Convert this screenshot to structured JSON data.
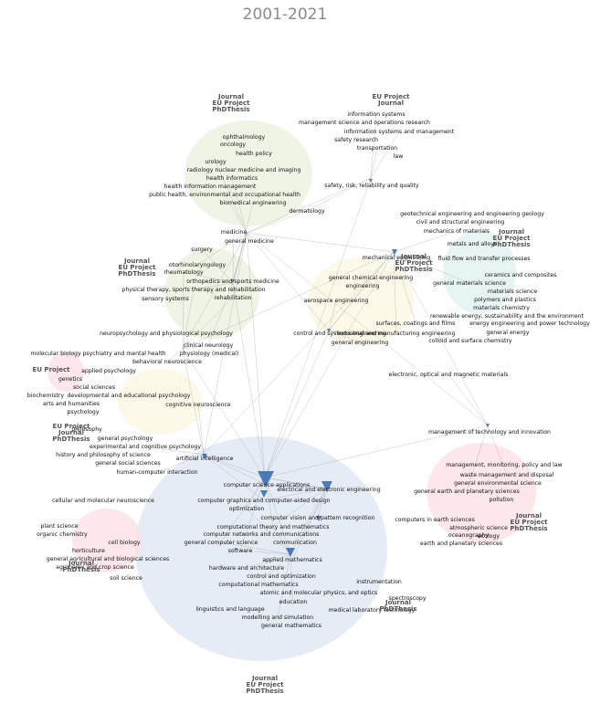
{
  "title": "2001-2021",
  "colors": {
    "blue_cluster": "#dde5f2",
    "green_cluster": "#eaf2dc",
    "yellow_cluster": "#fbf7e2",
    "red_cluster": "#fbdfe3",
    "teal_cluster": "#dff2ee",
    "edge": "#8c8c8c",
    "blue_node": "#3b6fb0"
  },
  "clusters": [
    {
      "name": "cluster-computing",
      "color": "#dde5f2"
    },
    {
      "name": "cluster-medicine",
      "color": "#eaf2dc"
    },
    {
      "name": "cluster-rehab",
      "color": "#eaf2dc"
    },
    {
      "name": "cluster-engineering",
      "color": "#fbf7e2"
    },
    {
      "name": "cluster-environment",
      "color": "#fbdfe3"
    },
    {
      "name": "cluster-plant",
      "color": "#fbdfe3"
    },
    {
      "name": "cluster-materials",
      "color": "#dff2ee"
    },
    {
      "name": "cluster-psychology",
      "color": "#fbf7e2"
    },
    {
      "name": "cluster-molecular",
      "color": "#fbdfe3"
    }
  ],
  "group_labels": [
    {
      "id": "g1",
      "lines": [
        "Journal",
        "EU Project",
        "PhDThesis"
      ]
    },
    {
      "id": "g2",
      "lines": [
        "EU Project",
        "Journal"
      ]
    },
    {
      "id": "g3",
      "lines": [
        "Journal",
        "EU Project",
        "PhDThesis"
      ]
    },
    {
      "id": "g4",
      "lines": [
        "Journal",
        "EU Project",
        "PhDThesis"
      ]
    },
    {
      "id": "g5",
      "lines": [
        "Journal",
        "EU Project",
        "PhDThesis"
      ]
    },
    {
      "id": "g6",
      "lines": [
        "EU Project"
      ]
    },
    {
      "id": "g7",
      "lines": [
        "EU Project",
        "Journal",
        "PhDThesis"
      ]
    },
    {
      "id": "g8",
      "lines": [
        "Journal",
        "EU Project",
        "PhDThesis"
      ]
    },
    {
      "id": "g9",
      "lines": [
        "Journal",
        "PhDThesis"
      ]
    },
    {
      "id": "g10",
      "lines": [
        "Journal",
        "PhDThesis"
      ]
    },
    {
      "id": "g11",
      "lines": [
        "Journal",
        "EU Project",
        "PhDThesis"
      ]
    }
  ],
  "labels": [
    "ophthalmology",
    "oncology",
    "health policy",
    "urology",
    "radiology nuclear medicine and imaging",
    "health informatics",
    "health information management",
    "public health, environmental and occupational health",
    "biomedical engineering",
    "dermatology",
    "medicine",
    "general medicine",
    "surgery",
    "otorhinolaryngology",
    "rheumatology",
    "orthopedics and sports medicine",
    "physical therapy, sports therapy and rehabilitation",
    "sensory systems",
    "rehabilitation",
    "information systems",
    "management science and operations research",
    "information systems and management",
    "safety research",
    "transportation",
    "law",
    "safety, risk, reliability and quality",
    "geotechnical engineering and engineering geology",
    "civil and structural engineering",
    "mechanics of materials",
    "metals and alloys",
    "fluid flow and transfer processes",
    "ceramics and composites",
    "general materials science",
    "materials science",
    "polymers and plastics",
    "materials chemistry",
    "renewable energy, sustainability and the environment",
    "energy engineering and power technology",
    "general energy",
    "colloid and surface chemistry",
    "mechanical engineering",
    "general chemical engineering",
    "engineering",
    "aerospace engineering",
    "surfaces, coatings and films",
    "control and systems engineering",
    "industrial and manufacturing engineering",
    "general engineering",
    "electronic, optical and magnetic materials",
    "neuropsychology and physiological psychology",
    "clinical neurology",
    "physiology (medical)",
    "molecular biology",
    "psychiatry and mental health",
    "behavioral neuroscience",
    "applied psychology",
    "genetics",
    "social sciences",
    "biochemistry",
    "developmental and educational psychology",
    "arts and humanities",
    "cognitive neuroscience",
    "psychology",
    "philosophy",
    "general psychology",
    "experimental and cognitive psychology",
    "history and philosophy of science",
    "artificial intelligence",
    "general social sciences",
    "human-computer interaction",
    "management of technology and innovation",
    "management, monitoring, policy and law",
    "waste management and disposal",
    "general environmental science",
    "general earth and planetary sciences",
    "pollution",
    "computers in earth sciences",
    "ecology",
    "atmospheric science",
    "oceanography",
    "earth and planetary sciences",
    "computer science applications",
    "electrical and electronic engineering",
    "computer graphics and computer-aided design",
    "optimization",
    "computer vision and pattern recognition",
    "computational theory and mathematics",
    "computer networks and communications",
    "general computer science",
    "communication",
    "software",
    "applied mathematics",
    "hardware and architecture",
    "control and optimization",
    "computational mathematics",
    "atomic and molecular physics, and optics",
    "education",
    "linguistics and language",
    "modelling and simulation",
    "general mathematics",
    "instrumentation",
    "spectroscopy",
    "medical laboratory technology",
    "cellular and molecular neuroscience",
    "plant science",
    "organic chemistry",
    "cell biology",
    "horticulture",
    "general agricultural and biological sciences",
    "agronomy and crop science",
    "soil science"
  ]
}
